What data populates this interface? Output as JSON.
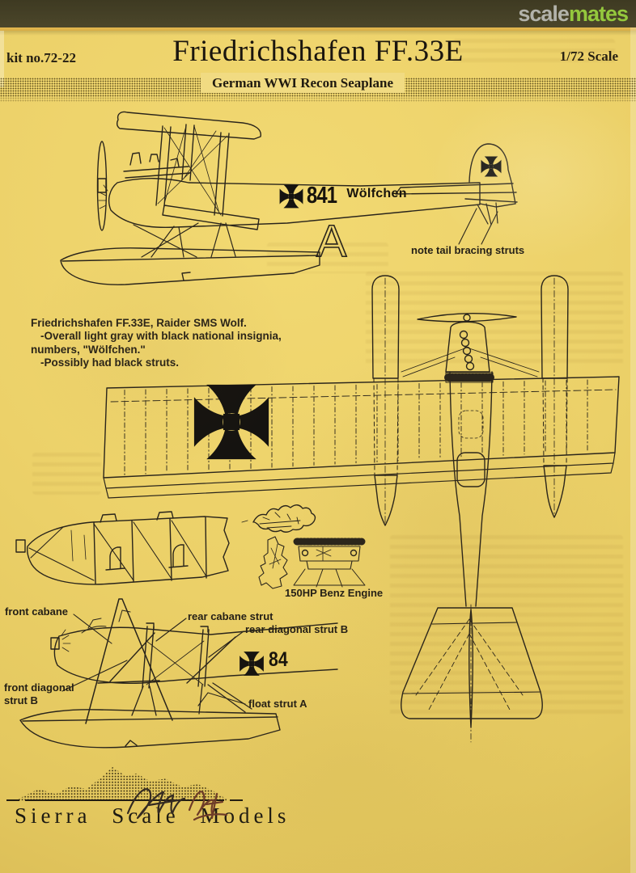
{
  "watermark": {
    "scale": "scale",
    "mates": "mates",
    "bar_color": "#454026",
    "scale_color": "#b2b2aa",
    "mates_color": "#94c83d"
  },
  "header": {
    "kit_no": "kit no.72-22",
    "title": "Friedrichshafen FF.33E",
    "scale_label": "1/72 Scale",
    "banner": "German WWI Recon Seaplane"
  },
  "color_notes": {
    "lines": [
      "Friedrichshafen FF.33E, Raider SMS Wolf.",
      "-Overall light gray with black national insignia,",
      "numbers, \"Wölfchen.\"",
      "-Possibly had black struts."
    ]
  },
  "side_view": {
    "insignia": "iron-cross",
    "serial": "841",
    "name": "Wölfchen",
    "view_label": "A",
    "annotation": "note tail bracing struts"
  },
  "engine": {
    "caption": "150HP Benz Engine"
  },
  "strut_view": {
    "labels": {
      "front_cabane": "front cabane",
      "rear_cabane_strut": "rear cabane strut",
      "rear_diagonal_strut": "rear diagonal strut B",
      "front_diagonal_strut": "front diagonal strut B",
      "float_strut": "float strut A"
    },
    "serial_partial": "84"
  },
  "footer": {
    "brand": "Sierra Scale Models"
  },
  "colors": {
    "paper": "#ecd169",
    "ink": "#29241b",
    "insignia": "#151310"
  }
}
